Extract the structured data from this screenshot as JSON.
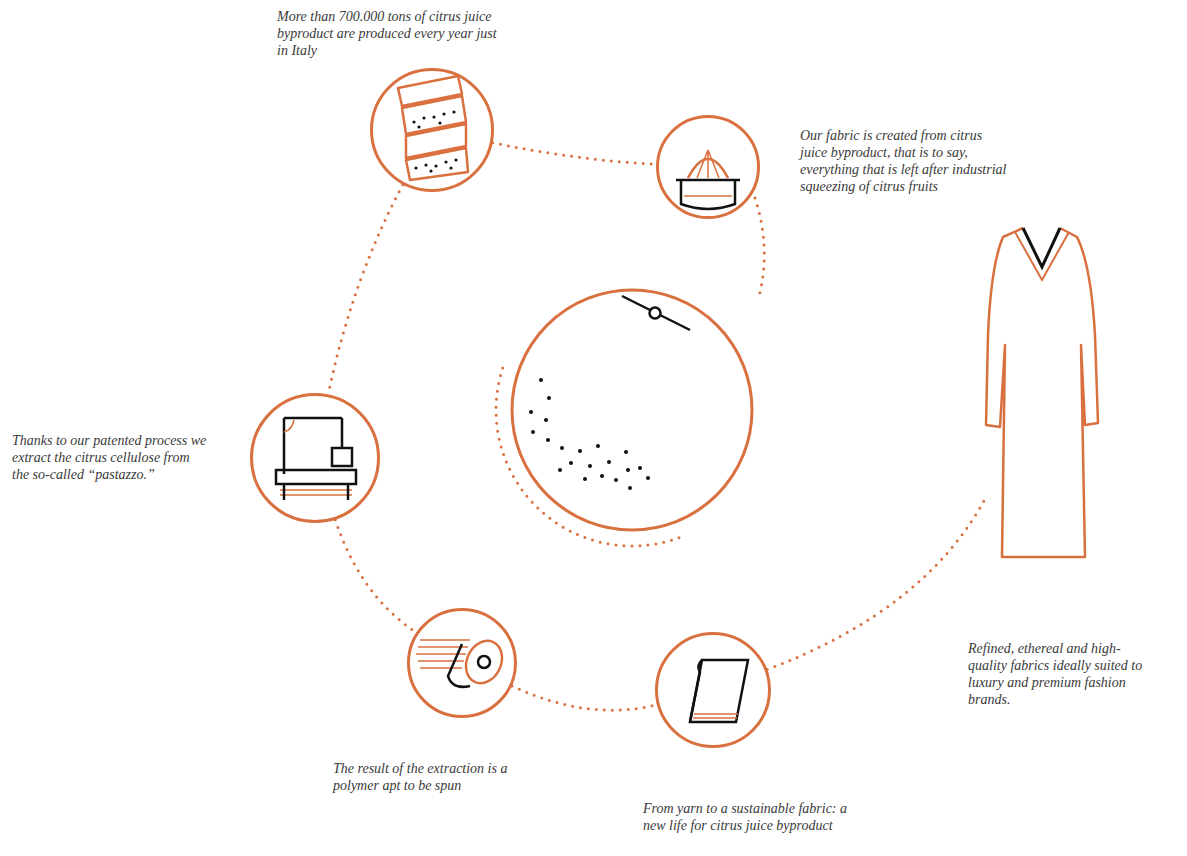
{
  "diagram": {
    "nodes": [
      {
        "text": [
          "More than 700.000 tons of citrus juice byproduct are produced every year just in Italy"
        ]
      },
      {
        "text": [
          "Our fabric is created from citrus juice byproduct, that is to say, everything that is left after industrial squeezing of citrus fruits"
        ]
      },
      {
        "text": [
          "Thanks to our patented process we extract the citrus cellulose from the so-called “pastazzo.”"
        ]
      },
      {
        "text": [
          "The result of the extraction is a polymer apt to be spun"
        ]
      },
      {
        "text": [
          "From yarn to a sustainable fabric: a new life for citrus juice byproduct"
        ]
      },
      {
        "text": [
          "Refined, ethereal and high-quality fabrics ideally suited to luxury and premium fashion brands."
        ]
      }
    ],
    "edges": [
      {
        "from": 0,
        "to": 1,
        "arrow": "none"
      },
      {
        "from": 0,
        "to": 2,
        "arrow": "none"
      },
      {
        "from": 2,
        "to": 3,
        "arrow": "none"
      },
      {
        "from": 3,
        "to": 4,
        "arrow": "none"
      },
      {
        "from": 4,
        "to": 5,
        "arrow": "none"
      }
    ]
  }
}
